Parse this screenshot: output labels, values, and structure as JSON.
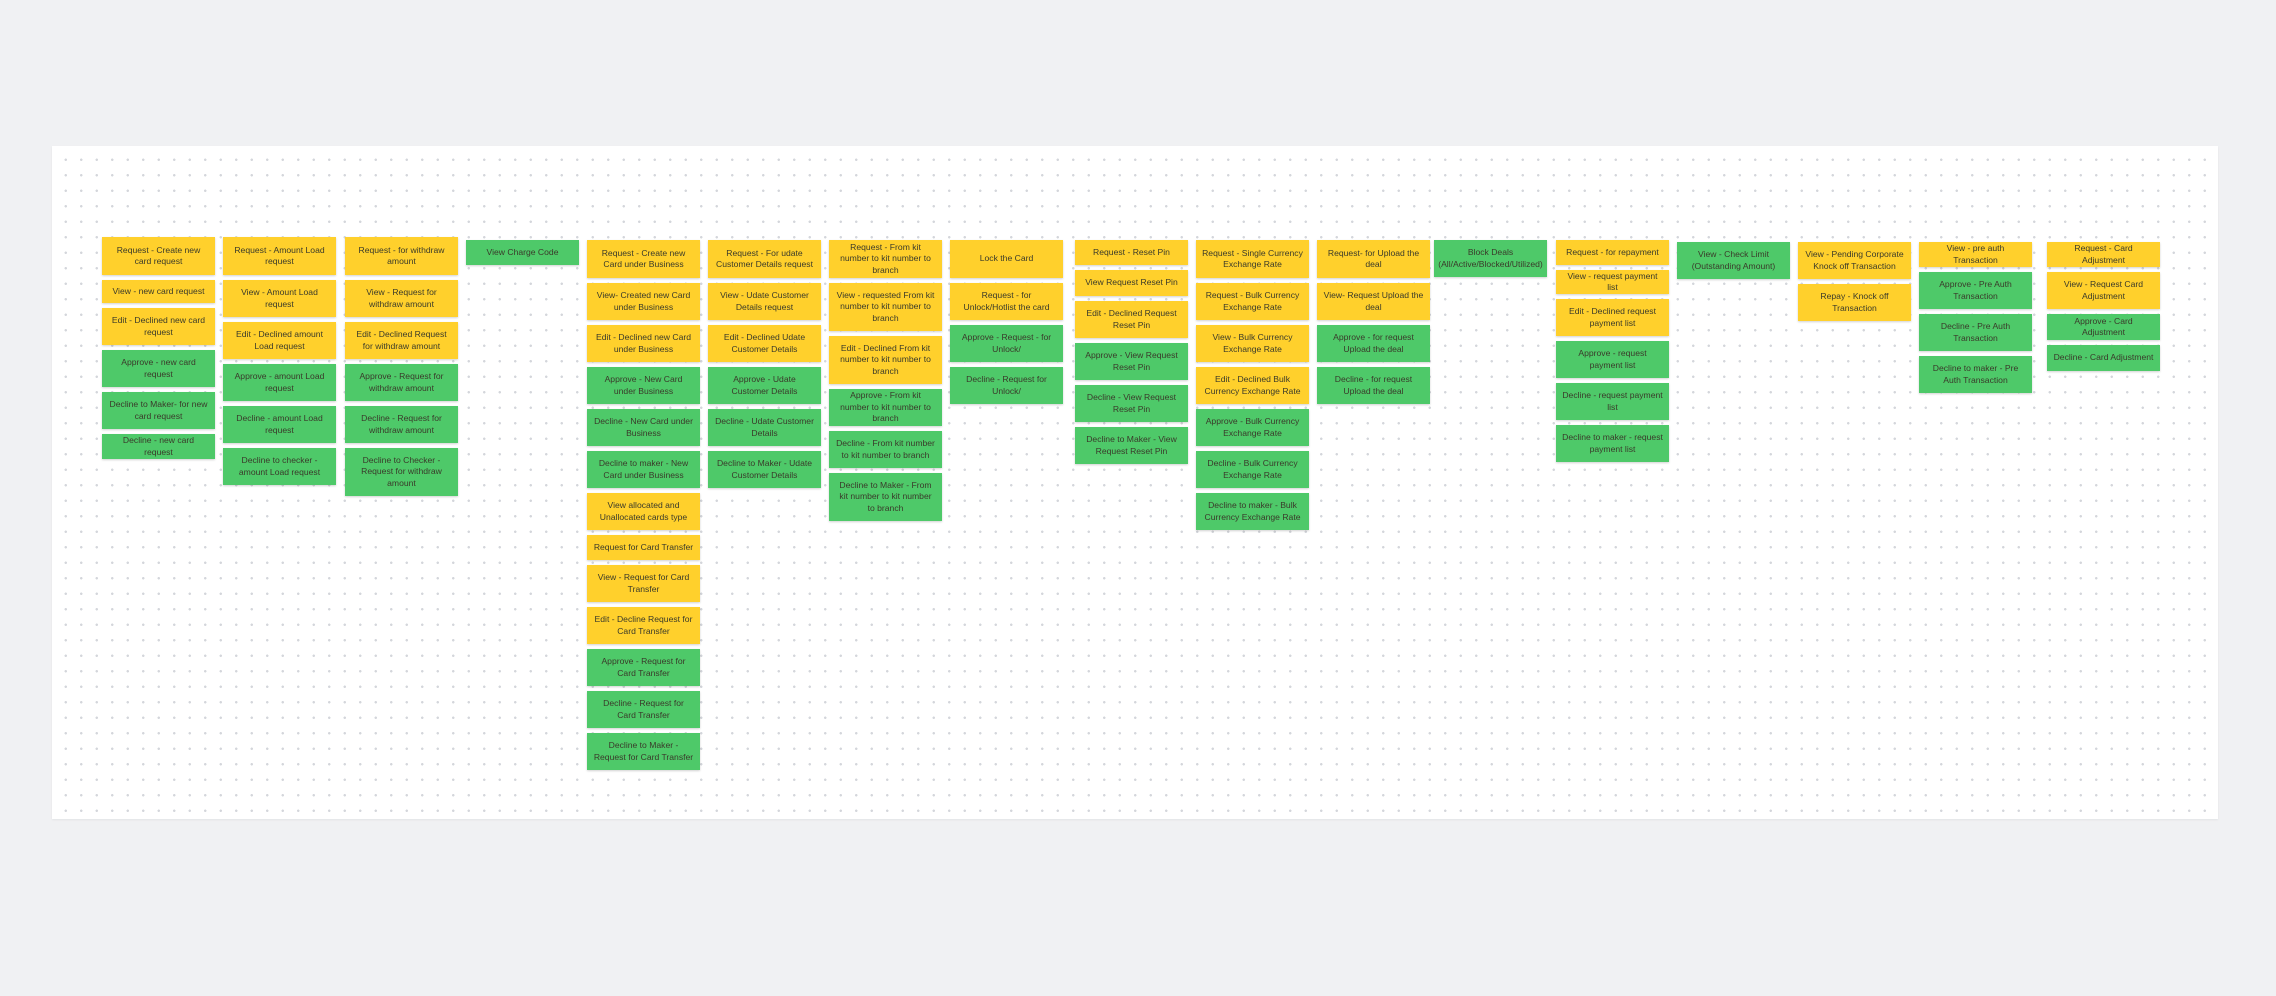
{
  "colors": {
    "yellow": "#ffd02c",
    "green": "#4ec969",
    "board": "#ffffff",
    "background": "#f0f1f3"
  },
  "columns": [
    {
      "notes": [
        {
          "text": "Request - Create new card request",
          "color": "yellow"
        },
        {
          "text": "View - new card request",
          "color": "yellow"
        },
        {
          "text": "Edit -  Declined new card request",
          "color": "yellow"
        },
        {
          "text": "Approve - new card request",
          "color": "green"
        },
        {
          "text": "Decline to Maker- for new card request",
          "color": "green"
        },
        {
          "text": "Decline - new card request",
          "color": "green"
        }
      ]
    },
    {
      "notes": [
        {
          "text": "Request - Amount Load request",
          "color": "yellow"
        },
        {
          "text": "View - Amount Load request",
          "color": "yellow"
        },
        {
          "text": "Edit - Declined amount Load request",
          "color": "yellow"
        },
        {
          "text": "Approve - amount Load request",
          "color": "green"
        },
        {
          "text": "Decline - amount Load request",
          "color": "green"
        },
        {
          "text": "Decline to checker - amount Load request",
          "color": "green"
        }
      ]
    },
    {
      "notes": [
        {
          "text": "Request - for withdraw amount",
          "color": "yellow"
        },
        {
          "text": "View - Request for withdraw amount",
          "color": "yellow"
        },
        {
          "text": "Edit - Declined Request for withdraw amount",
          "color": "yellow"
        },
        {
          "text": "Approve - Request for withdraw amount",
          "color": "green"
        },
        {
          "text": "Decline - Request for withdraw amount",
          "color": "green"
        },
        {
          "text": "Decline to Checker - Request for withdraw amount",
          "color": "green"
        }
      ]
    },
    {
      "notes": [
        {
          "text": "View Charge Code",
          "color": "green"
        }
      ]
    },
    {
      "notes": [
        {
          "text": "Request - Create new Card under Business",
          "color": "yellow"
        },
        {
          "text": "View- Created new Card under Business",
          "color": "yellow"
        },
        {
          "text": "Edit - Declined new Card under Business",
          "color": "yellow"
        },
        {
          "text": "Approve - New Card under Business",
          "color": "green"
        },
        {
          "text": "Decline - New Card under Business",
          "color": "green"
        },
        {
          "text": "Decline to maker - New Card under Business",
          "color": "green"
        },
        {
          "text": "View allocated and Unallocated cards type",
          "color": "yellow"
        },
        {
          "text": "Request for Card Transfer",
          "color": "yellow"
        },
        {
          "text": "View - Request for Card Transfer",
          "color": "yellow"
        },
        {
          "text": "Edit - Decline Request for Card Transfer",
          "color": "yellow"
        },
        {
          "text": "Approve - Request for Card Transfer",
          "color": "green"
        },
        {
          "text": "Decline - Request for Card Transfer",
          "color": "green"
        },
        {
          "text": "Decline to Maker - Request for Card Transfer",
          "color": "green"
        }
      ]
    },
    {
      "notes": [
        {
          "text": "Request - For udate Customer Details request",
          "color": "yellow"
        },
        {
          "text": "View - Udate Customer Details request",
          "color": "yellow"
        },
        {
          "text": "Edit - Declined Udate Customer Details",
          "color": "yellow"
        },
        {
          "text": "Approve - Udate Customer Details",
          "color": "green"
        },
        {
          "text": "Decline - Udate Customer Details",
          "color": "green"
        },
        {
          "text": "Decline to Maker - Udate Customer Details",
          "color": "green"
        }
      ]
    },
    {
      "notes": [
        {
          "text": "Request - From kit number to kit number to branch",
          "color": "yellow"
        },
        {
          "text": "View - requested From kit number to kit number to branch",
          "color": "yellow"
        },
        {
          "text": "Edit - Declined From kit number to kit number to branch",
          "color": "yellow"
        },
        {
          "text": "Approve - From kit number to kit number to branch",
          "color": "green"
        },
        {
          "text": "Decline - From kit number to kit number to branch",
          "color": "green"
        },
        {
          "text": "Decline to Maker - From kit number to kit number to branch",
          "color": "green"
        }
      ]
    },
    {
      "notes": [
        {
          "text": "Lock the Card",
          "color": "yellow"
        },
        {
          "text": "Request - for Unlock/Hotlist the card",
          "color": "yellow"
        },
        {
          "text": "Approve - Request - for Unlock/",
          "color": "green"
        },
        {
          "text": "Decline - Request  for Unlock/",
          "color": "green"
        }
      ]
    },
    {
      "notes": [
        {
          "text": "Request - Reset Pin",
          "color": "yellow"
        },
        {
          "text": "View Request Reset Pin",
          "color": "yellow"
        },
        {
          "text": "Edit - Declined Request Reset Pin",
          "color": "yellow"
        },
        {
          "text": "Approve - View Request Reset Pin",
          "color": "green"
        },
        {
          "text": "Decline - View Request Reset Pin",
          "color": "green"
        },
        {
          "text": "Decline to Maker - View Request Reset Pin",
          "color": "green"
        }
      ]
    },
    {
      "notes": [
        {
          "text": "Request - Single Currency Exchange Rate",
          "color": "yellow"
        },
        {
          "text": "Request - Bulk Currency Exchange Rate",
          "color": "yellow"
        },
        {
          "text": "View - Bulk Currency Exchange Rate",
          "color": "yellow"
        },
        {
          "text": "Edit - Declined Bulk Currency Exchange Rate",
          "color": "yellow"
        },
        {
          "text": "Approve - Bulk Currency Exchange Rate",
          "color": "green"
        },
        {
          "text": "Decline - Bulk Currency Exchange Rate",
          "color": "green"
        },
        {
          "text": "Decline to maker - Bulk Currency Exchange Rate",
          "color": "green"
        }
      ]
    },
    {
      "notes": [
        {
          "text": "Request- for Upload the deal",
          "color": "yellow"
        },
        {
          "text": "View- Request Upload the deal",
          "color": "yellow"
        },
        {
          "text": "Approve - for request Upload the deal",
          "color": "green"
        },
        {
          "text": "Decline - for request Upload the deal",
          "color": "green"
        }
      ]
    },
    {
      "notes": [
        {
          "text": "Block Deals (All/Active/Blocked/Utilized)",
          "color": "green"
        }
      ]
    },
    {
      "notes": [
        {
          "text": "Request - for repayment",
          "color": "yellow"
        },
        {
          "text": "View - request payment list",
          "color": "yellow"
        },
        {
          "text": "Edit - Declined request payment list",
          "color": "yellow"
        },
        {
          "text": "Approve - request payment list",
          "color": "green"
        },
        {
          "text": "Decline - request payment list",
          "color": "green"
        },
        {
          "text": "Decline to maker - request payment list",
          "color": "green"
        }
      ]
    },
    {
      "notes": [
        {
          "text": "View - Check Limit (Outstanding Amount)",
          "color": "green"
        }
      ]
    },
    {
      "notes": [
        {
          "text": "View - Pending Corporate Knock off Transaction",
          "color": "yellow"
        },
        {
          "text": "Repay - Knock off Transaction",
          "color": "yellow"
        }
      ]
    },
    {
      "notes": [
        {
          "text": "View - pre auth Transaction",
          "color": "yellow"
        },
        {
          "text": "Approve - Pre Auth Transaction",
          "color": "green"
        },
        {
          "text": "Decline - Pre Auth Transaction",
          "color": "green"
        },
        {
          "text": "Decline to maker - Pre Auth Transaction",
          "color": "green"
        }
      ]
    },
    {
      "notes": [
        {
          "text": "Request - Card Adjustment",
          "color": "yellow"
        },
        {
          "text": "View - Request Card Adjustment",
          "color": "yellow"
        },
        {
          "text": "Approve - Card Adjustment",
          "color": "green"
        },
        {
          "text": "Decline - Card Adjustment",
          "color": "green"
        }
      ]
    }
  ]
}
